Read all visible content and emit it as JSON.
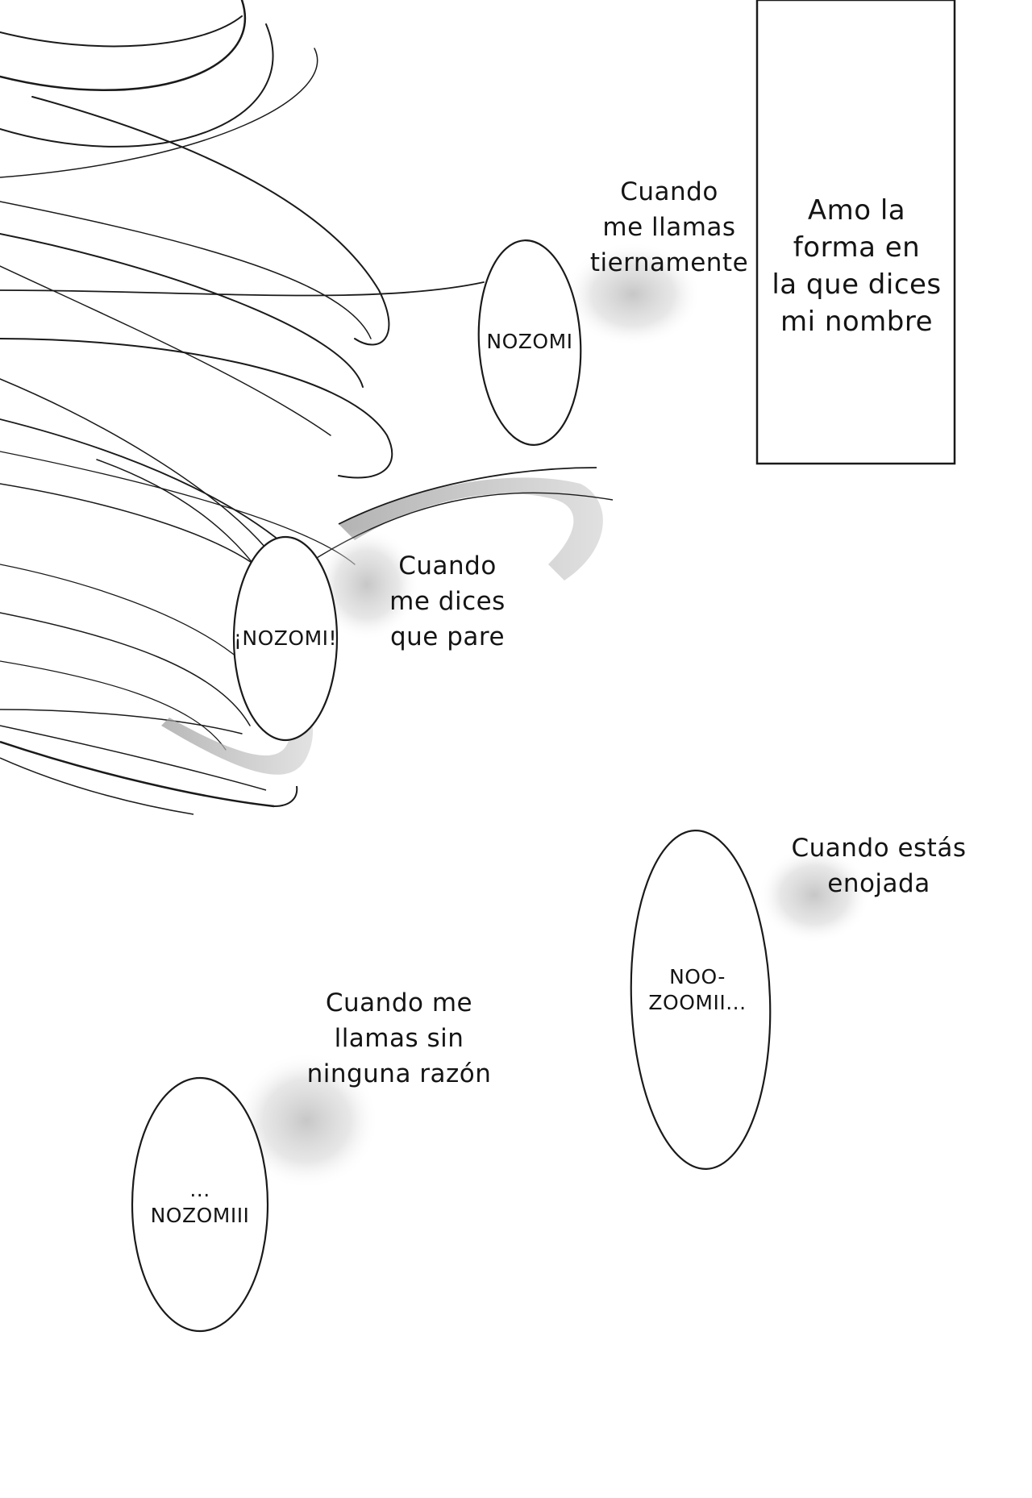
{
  "page": {
    "background": "#ffffff",
    "ink": "#141414",
    "tone": "#c9c9c9"
  },
  "caption_box": {
    "text": "Amo la\nforma en\nla que dices\nmi nombre"
  },
  "panels": [
    {
      "narration": "Cuando\nme llamas\ntiernamente",
      "bubble": "NOZOMI"
    },
    {
      "narration": "Cuando\nme dices\nque pare",
      "bubble": "¡NOZOMI!"
    },
    {
      "narration": "Cuando estás\nenojada",
      "bubble": "NOO-\nZOOMII..."
    },
    {
      "narration": "Cuando me\nllamas sin\nninguna razón",
      "bubble": "...\nNOZOMIII"
    }
  ]
}
